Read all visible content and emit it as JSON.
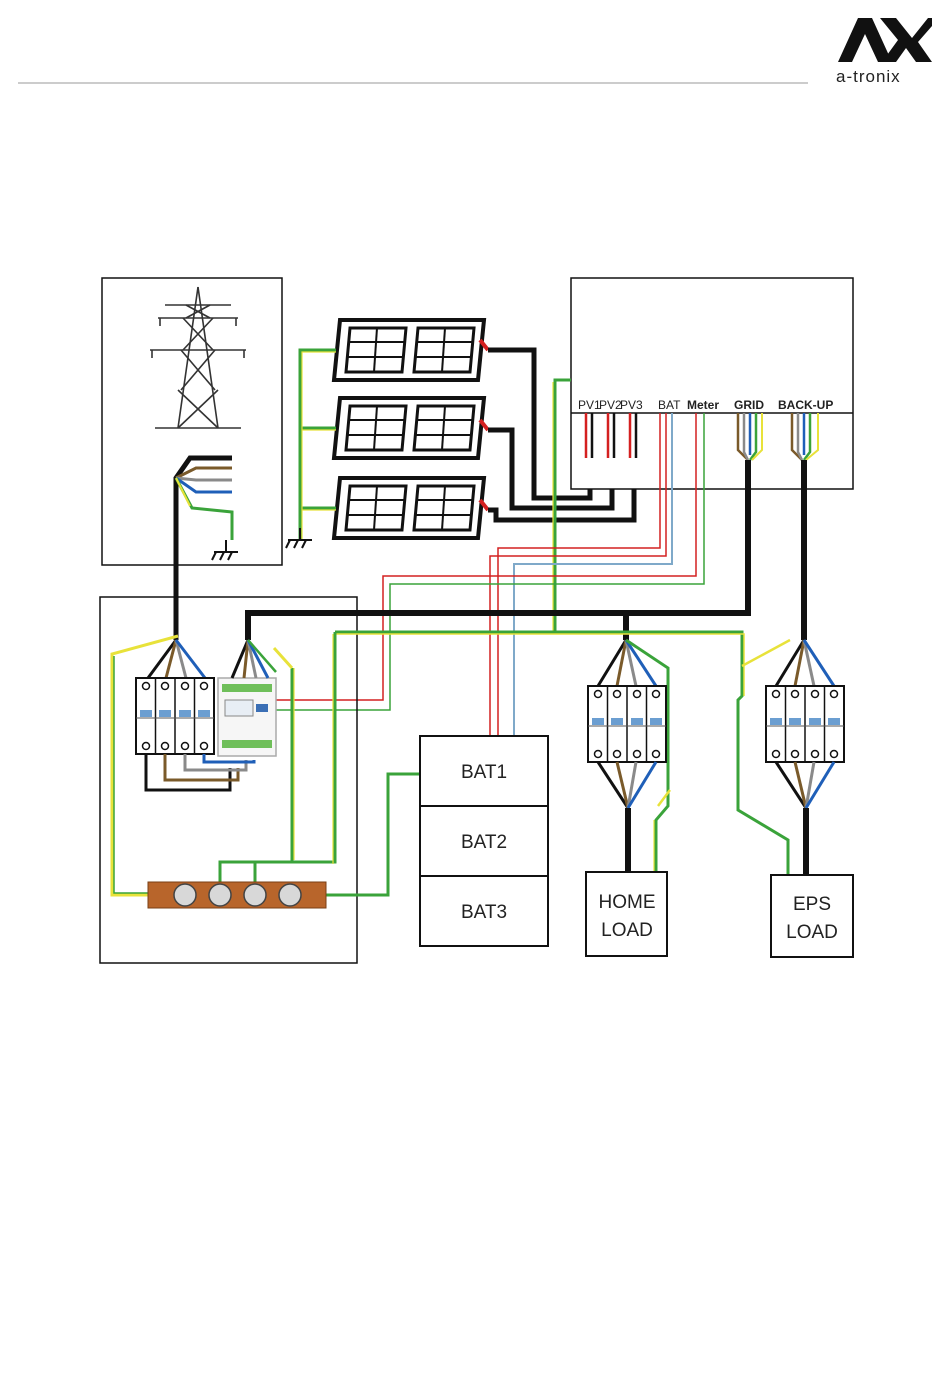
{
  "brand": {
    "name": "a-tronix",
    "logo_text": "AX"
  },
  "inverter": {
    "ports": [
      "PV1",
      "PV2",
      "PV3",
      "BAT",
      "Meter",
      "GRID",
      "BACK-UP"
    ]
  },
  "batteries": [
    "BAT1",
    "BAT2",
    "BAT3"
  ],
  "loads": {
    "home": [
      "HOME",
      "LOAD"
    ],
    "eps": [
      "EPS",
      "LOAD"
    ]
  },
  "colors": {
    "dc_positive": "#d42020",
    "dc_negative": "#111111",
    "earth_green": "#3aa33a",
    "earth_yellow": "#e8e23a",
    "live_brown": "#7a5a2a",
    "neutral_blue": "#1f5fb8",
    "phase_grey": "#8a8a8a",
    "comm_blue": "#7fa9c9",
    "busbar": "#b8652b"
  }
}
